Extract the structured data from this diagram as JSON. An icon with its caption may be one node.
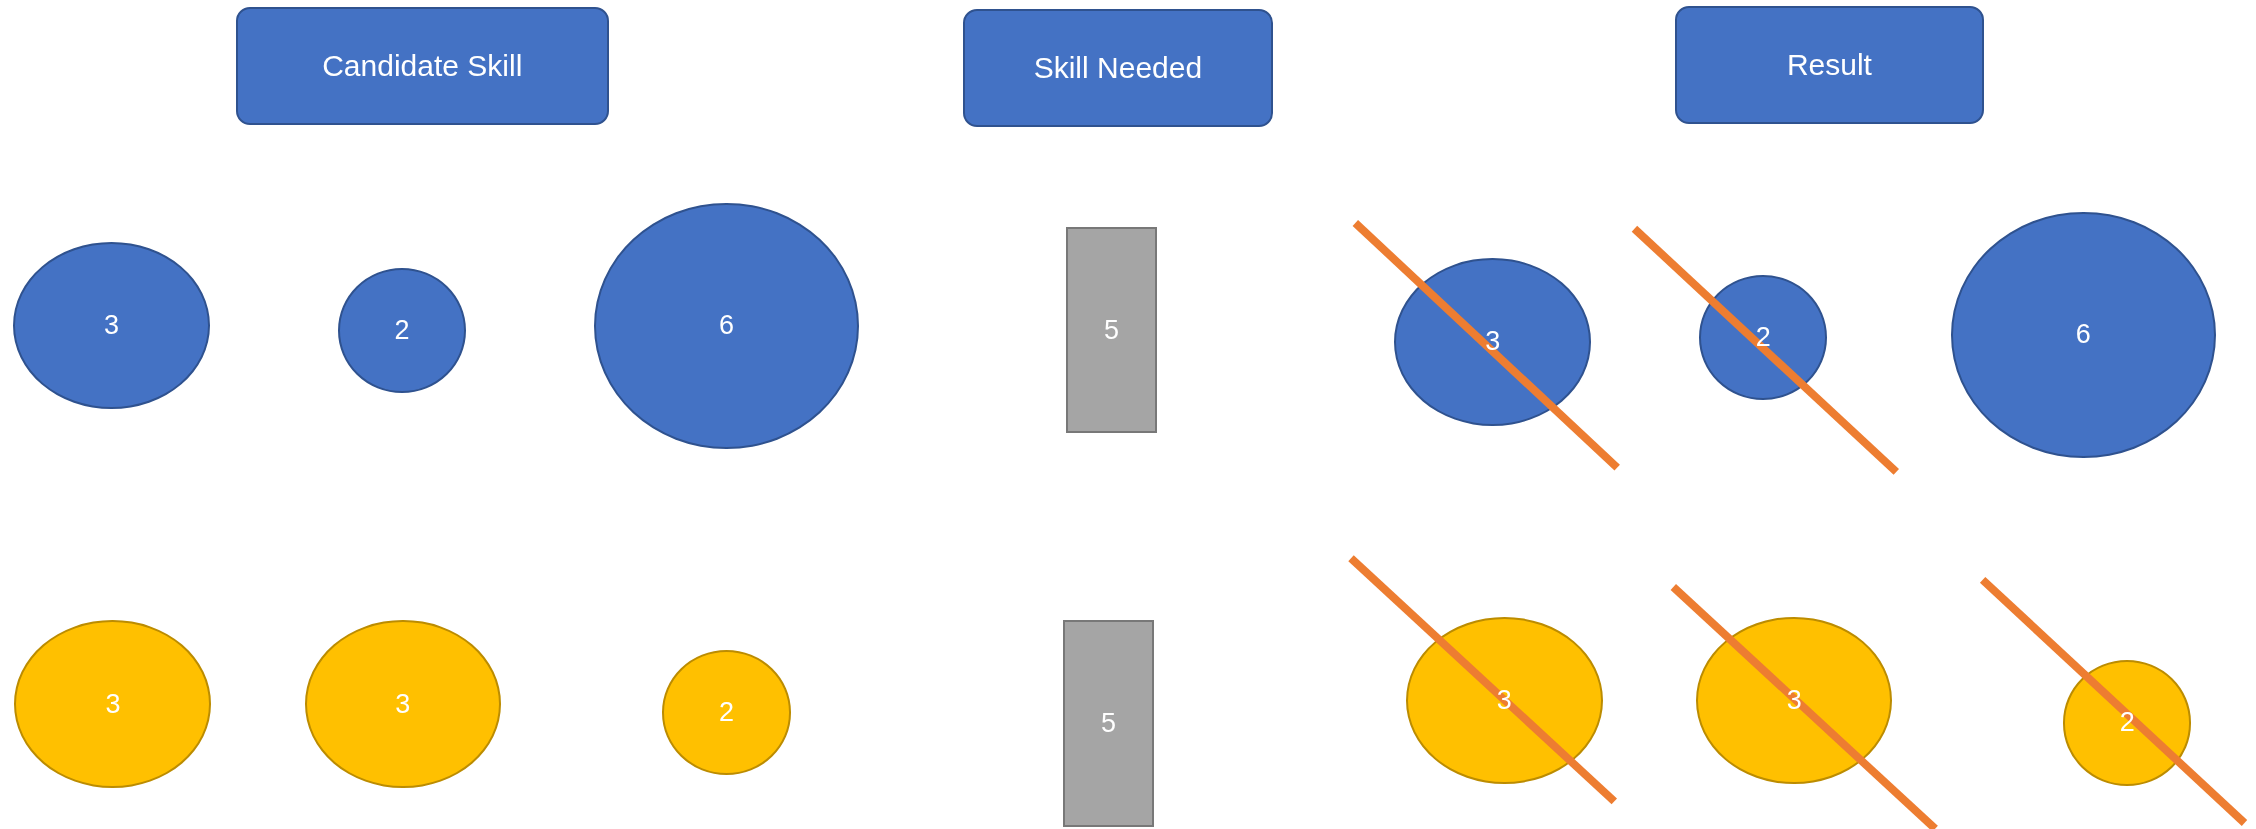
{
  "diagram": {
    "nodes": [
      {
        "text": [
          "Candidate Skill"
        ]
      },
      {
        "text": [
          "Skill Needed"
        ]
      },
      {
        "text": [
          "Result"
        ]
      },
      {
        "text": [
          "3"
        ]
      },
      {
        "text": [
          "2"
        ]
      },
      {
        "text": [
          "6"
        ]
      },
      {
        "text": [
          "5"
        ]
      },
      {
        "text": [
          "3"
        ]
      },
      {
        "text": [
          "2"
        ]
      },
      {
        "text": [
          "6"
        ]
      },
      {
        "text": [
          "3"
        ]
      },
      {
        "text": [
          "3"
        ]
      },
      {
        "text": [
          "2"
        ]
      },
      {
        "text": [
          "5"
        ]
      },
      {
        "text": [
          "3"
        ]
      },
      {
        "text": [
          "3"
        ]
      },
      {
        "text": [
          "2"
        ]
      }
    ]
  }
}
